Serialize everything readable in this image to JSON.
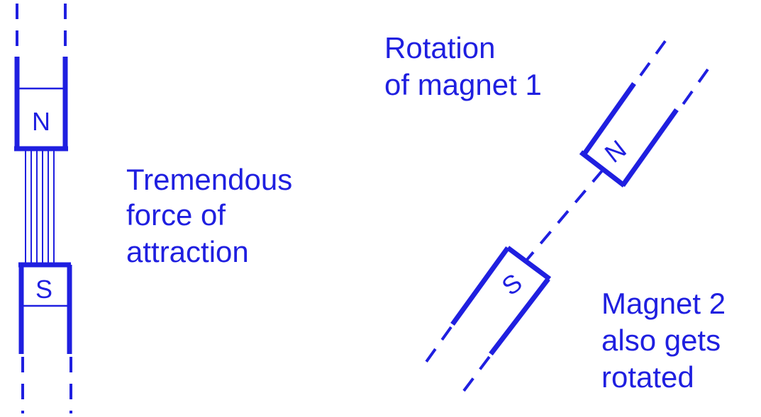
{
  "labels": {
    "pole_n": "N",
    "pole_s": "S",
    "attraction_line1": "Tremendous",
    "attraction_line2": "force of",
    "attraction_line3": "attraction",
    "rotation_line1": "Rotation",
    "rotation_line2": "of magnet 1",
    "rotated_line1": "Magnet 2",
    "rotated_line2": "also gets",
    "rotated_line3": "rotated"
  },
  "colors": {
    "ink": "#1f1fe0",
    "background": "#ffffff"
  }
}
